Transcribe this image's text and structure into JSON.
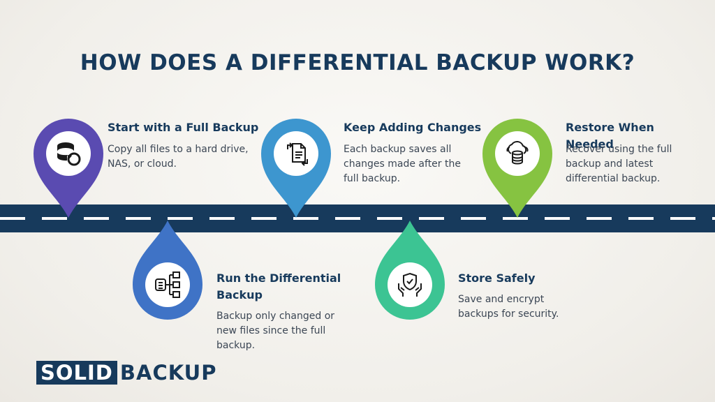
{
  "title": "HOW DOES A DIFFERENTIAL BACKUP WORK?",
  "colors": {
    "navy": "#173a5c",
    "purple": "#5a4bb1",
    "blue_dark": "#3f73c6",
    "blue_light": "#3d96cf",
    "teal": "#3cc493",
    "green": "#86c341"
  },
  "steps": [
    {
      "title": "Start with a Full Backup",
      "description": "Copy all files to a hard drive, NAS, or cloud.",
      "icon": "database-restore-icon",
      "color": "#5a4bb1"
    },
    {
      "title": "Run the Differential Backup",
      "description": "Backup only changed or new files since the full backup.",
      "icon": "data-flow-icon",
      "color": "#3f73c6"
    },
    {
      "title": "Keep Adding Changes",
      "description": "Each backup saves all changes made after the full backup.",
      "icon": "document-sync-icon",
      "color": "#3d96cf"
    },
    {
      "title": "Store Safely",
      "description": "Save and encrypt backups for security.",
      "icon": "shield-hands-icon",
      "color": "#3cc493"
    },
    {
      "title": "Restore When Needed",
      "description": "Recover using the full backup and latest differential backup.",
      "icon": "cloud-database-icon",
      "color": "#86c341"
    }
  ],
  "logo": {
    "part1": "SOLID",
    "part2": "BACKUP"
  }
}
